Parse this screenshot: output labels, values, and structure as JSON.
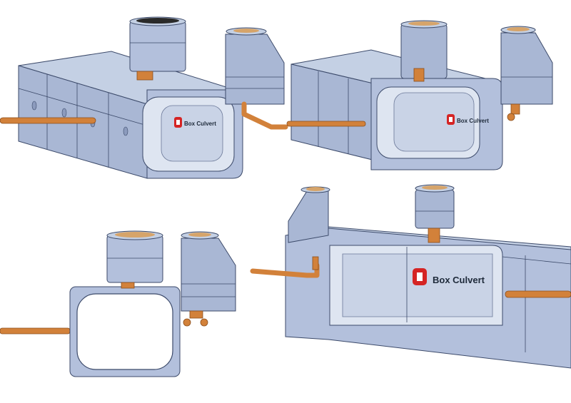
{
  "labels": {
    "brand_a": "Box Culvert",
    "brand_b": "Box Culvert",
    "brand_d": "Box Culvert"
  },
  "colors": {
    "concrete_top": "#c4d0e4",
    "concrete_side": "#a9b7d4",
    "concrete_front": "#b3c0dc",
    "concrete_shadow": "#8c9bbd",
    "interior": "#dee5f1",
    "edge": "#3c4a6a",
    "pipe": "#d2813a",
    "pipe_edge": "#8a4e1c",
    "logo_red": "#d52424"
  }
}
